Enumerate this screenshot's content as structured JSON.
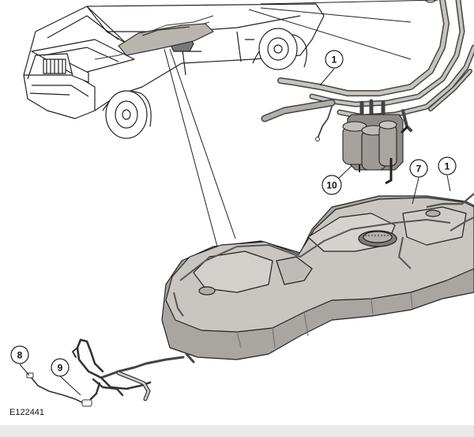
{
  "figure": {
    "id": "E122441",
    "background": "#ffffff",
    "line_color": "#222222",
    "tank_fill": "#c9c6c1",
    "tank_shade": "#a9a5a0",
    "canister_fill": "#9d9a95"
  },
  "callouts": [
    {
      "label": "1"
    },
    {
      "label": "1"
    },
    {
      "label": "7"
    },
    {
      "label": "8"
    },
    {
      "label": "9"
    },
    {
      "label": "10"
    }
  ]
}
